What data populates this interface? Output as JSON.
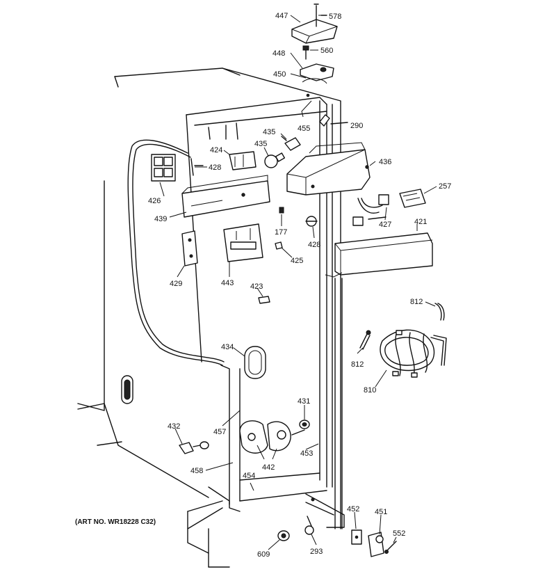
{
  "art_number": "(ART NO. WR18228 C32)",
  "labels": {
    "l447": "447",
    "l578": "578",
    "l448": "448",
    "l560": "560",
    "l450": "450",
    "l290": "290",
    "l455": "455",
    "l435a": "435",
    "l435b": "435",
    "l436": "436",
    "l424": "424",
    "l428a": "428",
    "l426": "426",
    "l439": "439",
    "l177": "177",
    "l428b": "428",
    "l427": "427",
    "l421": "421",
    "l257": "257",
    "l425": "425",
    "l429": "429",
    "l443": "443",
    "l423": "423",
    "l812a": "812",
    "l812b": "812",
    "l810": "810",
    "l434": "434",
    "l431": "431",
    "l432": "432",
    "l457": "457",
    "l453": "453",
    "l442": "442",
    "l458": "458",
    "l454": "454",
    "l452": "452",
    "l451": "451",
    "l552": "552",
    "l609": "609",
    "l293": "293"
  }
}
